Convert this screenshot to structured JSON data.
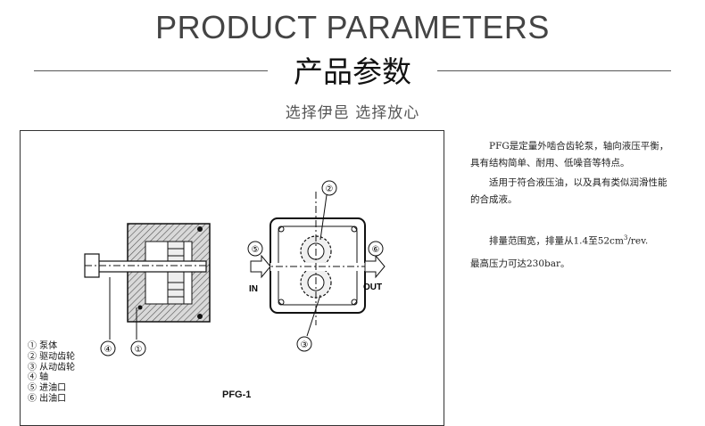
{
  "header": {
    "title_en": "PRODUCT PARAMETERS",
    "title_cn": "产品参数",
    "subtitle": "选择伊邑  选择放心"
  },
  "diagram": {
    "labels": {
      "n1": "①",
      "n2": "②",
      "n3": "③",
      "n4": "④",
      "n5": "⑤",
      "n6": "⑥",
      "in": "IN",
      "out": "OUT"
    },
    "model": "PFG-1",
    "legend": [
      "① 泵体",
      "② 驱动齿轮",
      "③ 从动齿轮",
      "④ 轴",
      "⑤ 进油口",
      "⑥ 出油口"
    ]
  },
  "description": {
    "para1": "PFG是定量外啮合齿轮泵，轴向液压平衡，具有结构简单、耐用、低噪音等特点。",
    "para2": "适用于符合液压油，以及具有类似润滑性能的合成液。",
    "spec1_prefix": "排量范围宽，排量从1.4至52cm",
    "spec1_sup": "3",
    "spec1_suffix": "/rev.",
    "spec2": "最高压力可达230bar。"
  }
}
